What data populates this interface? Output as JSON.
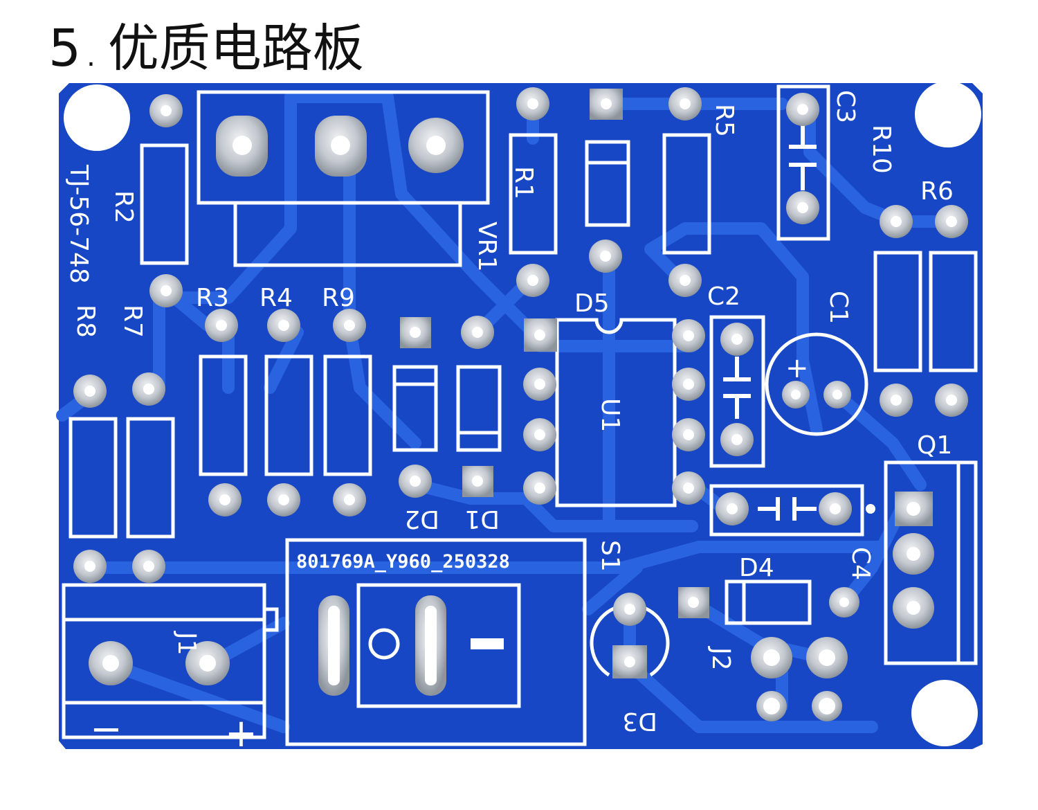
{
  "header": {
    "number": "5",
    "separator": ".",
    "title": "优质电路板"
  },
  "board": {
    "code": "TJ-56-748",
    "pcb_id": "801769A_Y960_250328",
    "labels": {
      "R1": "R1",
      "R2": "R2",
      "R3": "R3",
      "R4": "R4",
      "R5": "R5",
      "R6": "R6",
      "R7": "R7",
      "R8": "R8",
      "R9": "R9",
      "R10": "R10",
      "C1": "C1",
      "C2": "C2",
      "C3": "C3",
      "C4": "C4",
      "D1": "D1",
      "D2": "D2",
      "D3": "D3",
      "D4": "D4",
      "D5": "D5",
      "U1": "U1",
      "Q1": "Q1",
      "VR1": "VR1",
      "J1": "J1",
      "J2": "J2",
      "S1": "S1",
      "minus": "−",
      "plus": "+",
      "cap_plus": "+"
    },
    "colors": {
      "board": "#1747c4",
      "trace": "#2a63e0",
      "silk": "#ffffff",
      "pad": "#c9cdd4",
      "pad_hole": "#ffffff"
    }
  }
}
